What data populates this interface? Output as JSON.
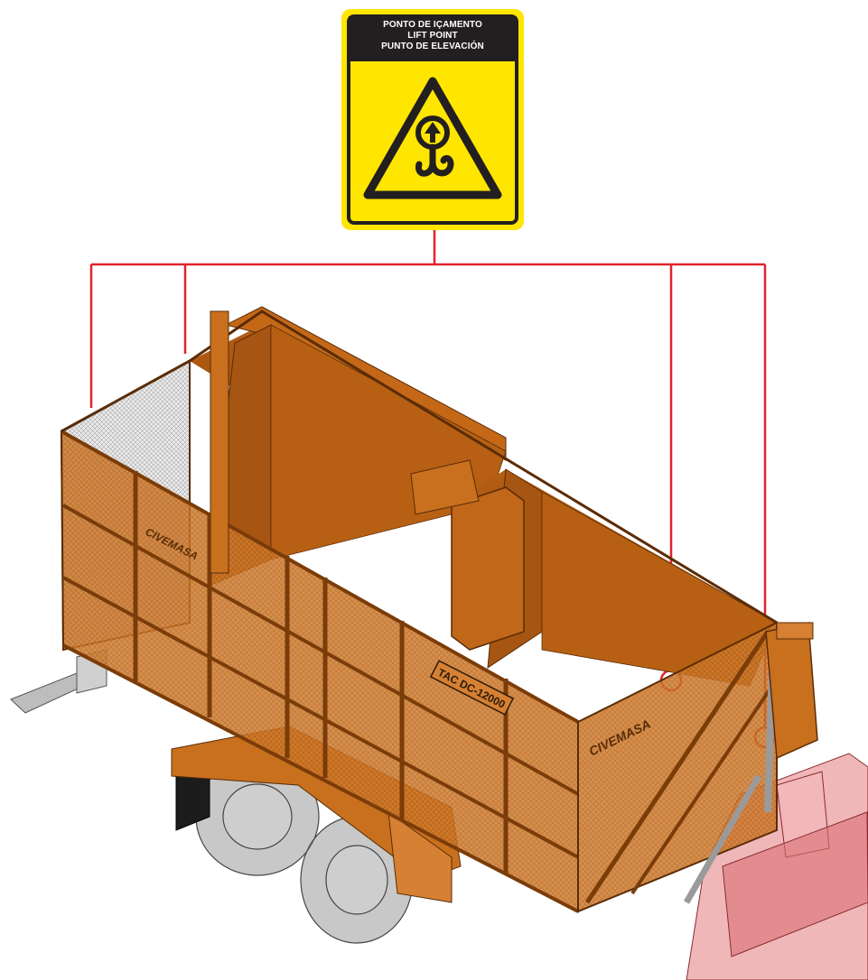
{
  "sign": {
    "line1": "PONTO DE IÇAMENTO",
    "line2": "LIFT POINT",
    "line3": "PUNTO DE ELEVACIÓN",
    "background_color": "#ffe600",
    "header_color": "#231f20",
    "icon": "hook-lift-warning-icon"
  },
  "trailer": {
    "brand_text": "CIVEMASA",
    "model_plate": "TAC DC-12000",
    "body_color": "#c8701e"
  },
  "leader_line_color": "#e0232e"
}
